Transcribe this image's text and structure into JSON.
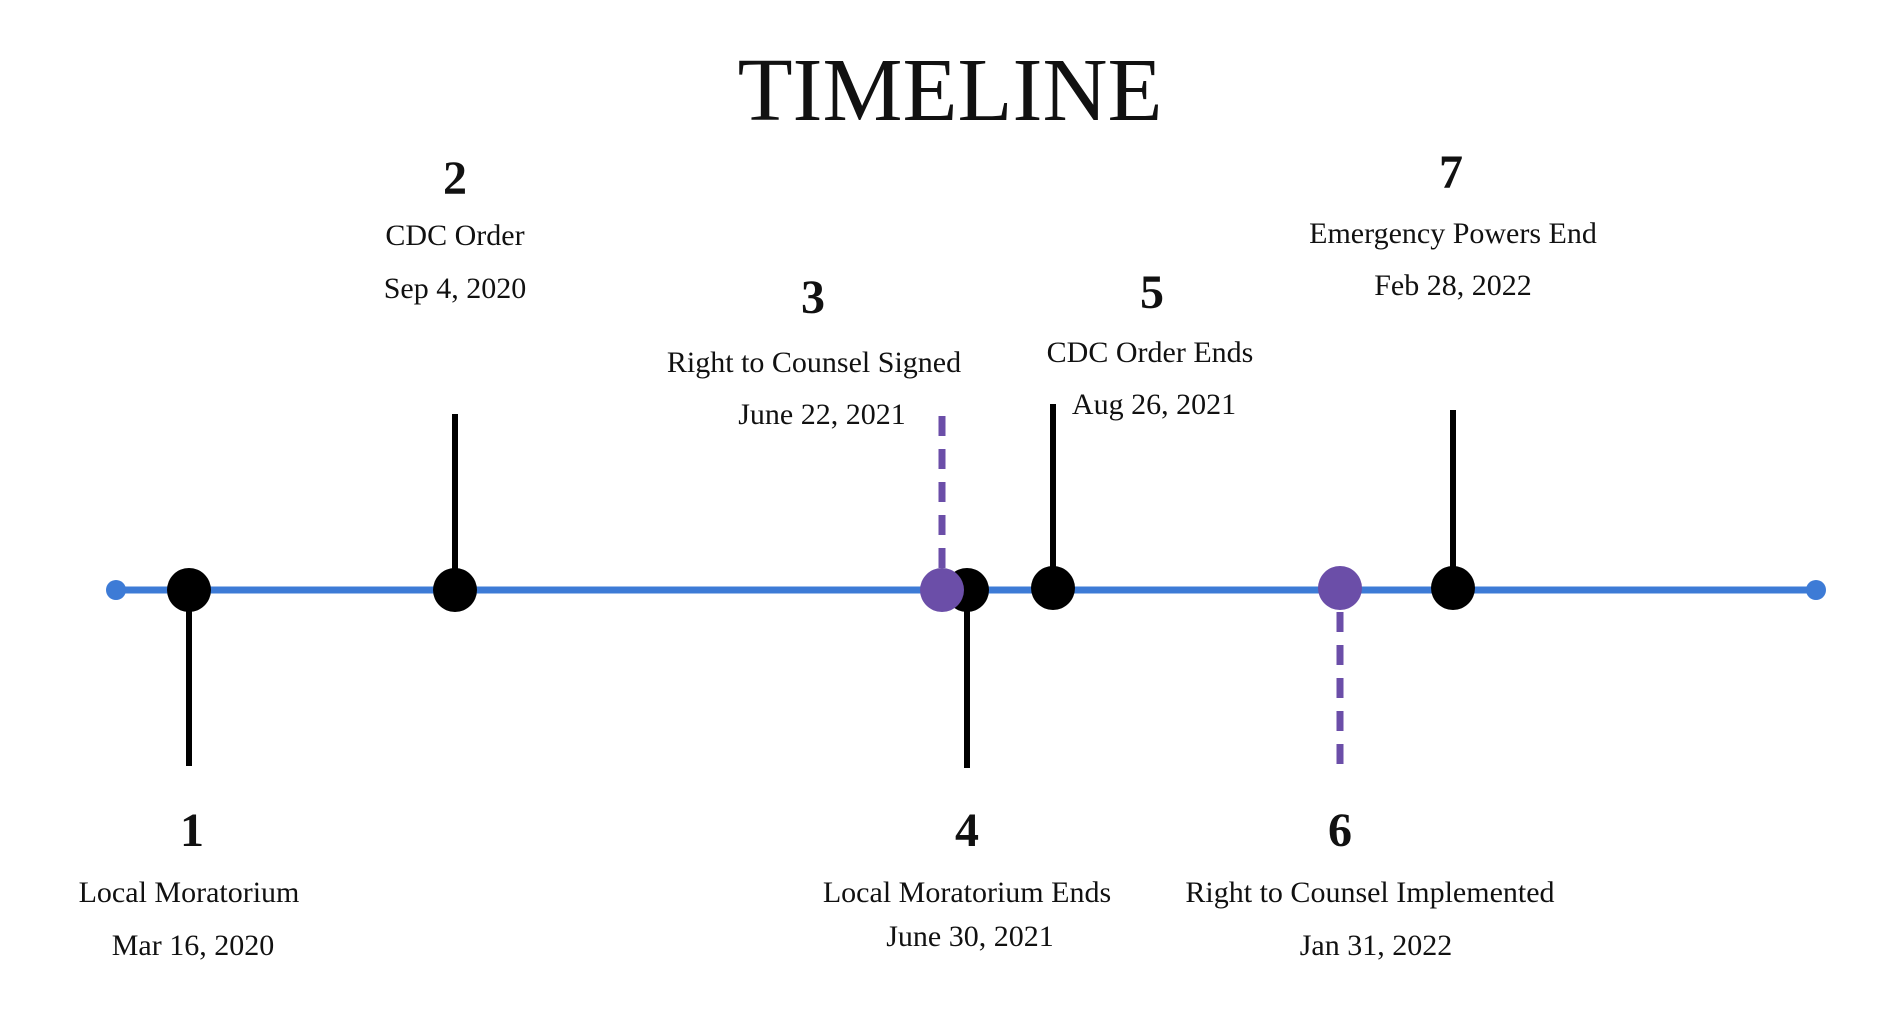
{
  "title": "TIMELINE",
  "colors": {
    "axis": "#3d7bd6",
    "event_black": "#000000",
    "event_purple": "#6b4ea8",
    "text": "#111111"
  },
  "events": [
    {
      "number": "1",
      "label": "Local Moratorium",
      "date": "Mar 16, 2020",
      "style": "black",
      "side": "below"
    },
    {
      "number": "2",
      "label": "CDC Order",
      "date": "Sep 4, 2020",
      "style": "black",
      "side": "above"
    },
    {
      "number": "3",
      "label": "Right to Counsel Signed",
      "date": "June 22, 2021",
      "style": "purple",
      "side": "above"
    },
    {
      "number": "4",
      "label": "Local Moratorium Ends",
      "date": "June 30, 2021",
      "style": "black",
      "side": "below"
    },
    {
      "number": "5",
      "label": "CDC Order Ends",
      "date": "Aug 26, 2021",
      "style": "black",
      "side": "above"
    },
    {
      "number": "6",
      "label": "Right to Counsel Implemented",
      "date": "Jan 31, 2022",
      "style": "purple",
      "side": "below"
    },
    {
      "number": "7",
      "label": "Emergency Powers End",
      "date": "Feb 28, 2022",
      "style": "black",
      "side": "above"
    }
  ]
}
